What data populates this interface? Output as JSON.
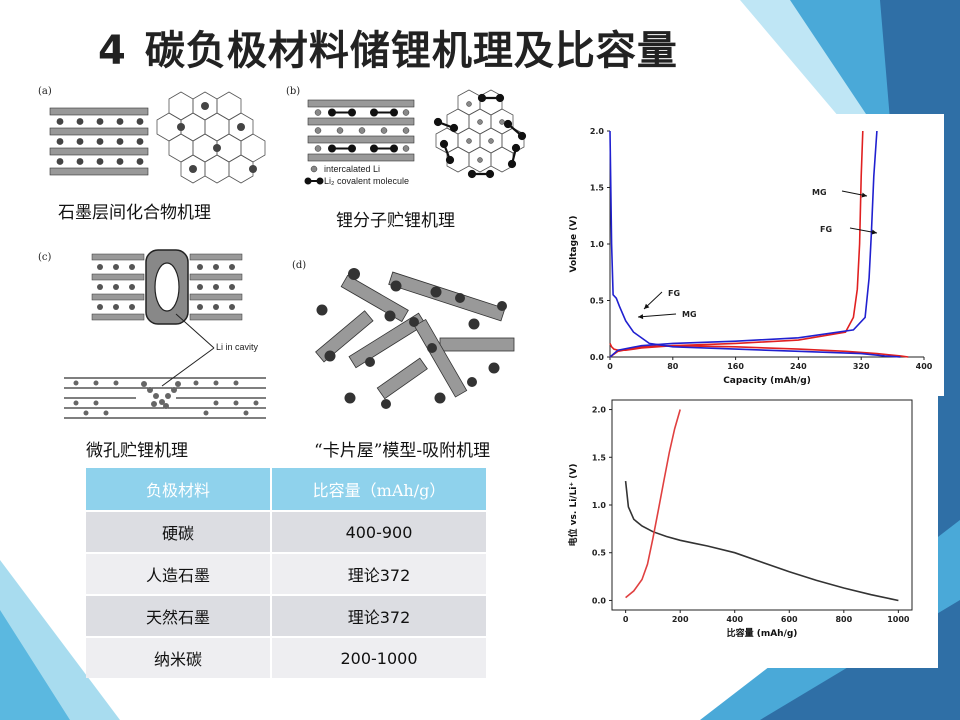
{
  "slide": {
    "title_number": "4",
    "title_text": "碳负极材料储锂机理及比容量"
  },
  "figures": {
    "a": {
      "letter": "(a)",
      "caption": "石墨层间化合物机理"
    },
    "b": {
      "letter": "(b)",
      "caption": "锂分子贮锂机理",
      "legend_1": "intercalated Li",
      "legend_2": "Li₂ covalent molecule"
    },
    "c": {
      "letter": "(c)",
      "caption": "微孔贮锂机理",
      "annotation": "Li in cavity"
    },
    "d": {
      "letter": "(d)",
      "caption": "“卡片屋”模型-吸附机理"
    }
  },
  "table": {
    "headers": [
      "负极材料",
      "比容量（mAh/g）"
    ],
    "rows": [
      [
        "硬碳",
        "400-900"
      ],
      [
        "人造石墨",
        "理论372"
      ],
      [
        "天然石墨",
        "理论372"
      ],
      [
        "纳米碳",
        "200-1000"
      ]
    ]
  },
  "chart_data": [
    {
      "type": "line",
      "xlabel": "Capacity (mAh/g)",
      "ylabel": "Voltage (V)",
      "xlim": [
        0,
        400
      ],
      "ylim": [
        0,
        2.0
      ],
      "xticks": [
        "0",
        "80",
        "160",
        "240",
        "320",
        "400"
      ],
      "yticks": [
        "0.0",
        "0.5",
        "1.0",
        "1.5",
        "2.0"
      ],
      "annotations": [
        "MG",
        "FG",
        "FG",
        "MG"
      ],
      "series": [
        {
          "name": "MG",
          "color": "#e02020",
          "role": "discharge",
          "x": [
            0,
            2,
            5,
            10,
            20,
            40,
            80,
            160,
            240,
            300,
            340,
            370,
            380
          ],
          "y": [
            0.12,
            0.09,
            0.07,
            0.06,
            0.06,
            0.08,
            0.1,
            0.09,
            0.07,
            0.05,
            0.03,
            0.01,
            0.0
          ]
        },
        {
          "name": "MG",
          "color": "#e02020",
          "role": "charge",
          "x": [
            0,
            10,
            40,
            80,
            160,
            240,
            300,
            310,
            315,
            318,
            320,
            322
          ],
          "y": [
            0.0,
            0.05,
            0.09,
            0.1,
            0.12,
            0.15,
            0.22,
            0.35,
            0.6,
            1.0,
            1.6,
            2.0
          ]
        },
        {
          "name": "FG",
          "color": "#2020d0",
          "role": "discharge",
          "x": [
            0,
            2,
            4,
            8,
            12,
            20,
            30,
            50,
            80,
            160,
            240,
            320,
            350,
            370
          ],
          "y": [
            2.0,
            1.0,
            0.55,
            0.52,
            0.45,
            0.32,
            0.22,
            0.12,
            0.09,
            0.07,
            0.05,
            0.03,
            0.01,
            0.0
          ]
        },
        {
          "name": "FG",
          "color": "#2020d0",
          "role": "charge",
          "x": [
            0,
            10,
            40,
            80,
            160,
            240,
            310,
            325,
            330,
            333,
            336,
            340
          ],
          "y": [
            0.0,
            0.06,
            0.1,
            0.12,
            0.14,
            0.17,
            0.24,
            0.35,
            0.7,
            1.1,
            1.6,
            2.0
          ]
        }
      ]
    },
    {
      "type": "line",
      "xlabel": "比容量 (mAh/g)",
      "ylabel": "电位 vs. Li/Li⁺ (V)",
      "xlim": [
        -50,
        1050
      ],
      "ylim": [
        -0.1,
        2.1
      ],
      "xticks": [
        "0",
        "200",
        "400",
        "600",
        "800",
        "1000"
      ],
      "yticks": [
        "0.0",
        "0.5",
        "1.0",
        "1.5",
        "2.0"
      ],
      "series": [
        {
          "color": "#333333",
          "role": "discharge",
          "x": [
            0,
            10,
            30,
            60,
            100,
            150,
            200,
            250,
            300,
            400,
            500,
            600,
            700,
            800,
            900,
            1000
          ],
          "y": [
            1.25,
            0.98,
            0.85,
            0.78,
            0.72,
            0.67,
            0.63,
            0.6,
            0.57,
            0.5,
            0.4,
            0.3,
            0.21,
            0.13,
            0.06,
            0.0
          ]
        },
        {
          "color": "#e04040",
          "role": "charge",
          "x": [
            0,
            30,
            60,
            80,
            100,
            120,
            140,
            160,
            180,
            200
          ],
          "y": [
            0.03,
            0.1,
            0.22,
            0.38,
            0.65,
            0.95,
            1.25,
            1.55,
            1.8,
            2.0
          ]
        }
      ]
    }
  ]
}
